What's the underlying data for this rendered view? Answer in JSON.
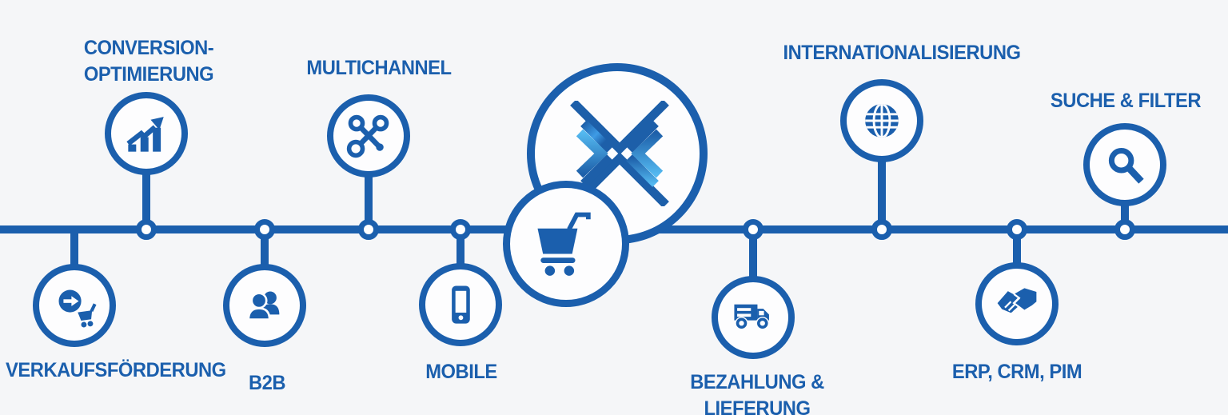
{
  "diagram": {
    "background_color": "#f5f6f8",
    "primary_color": "#1b5fad",
    "accent_light_blue": "#54b9f0",
    "items": [
      {
        "label": "CONVERSION-\nOPTIMIERUNG",
        "icon": "growth-chart",
        "side": "top"
      },
      {
        "label": "MULTICHANNEL",
        "icon": "network-cross",
        "side": "top"
      },
      {
        "label": "INTERNATIONALISIERUNG",
        "icon": "globe",
        "side": "top"
      },
      {
        "label": "SUCHE & FILTER",
        "icon": "magnifier",
        "side": "top"
      },
      {
        "label": "VERKAUFSFÖRDERUNG",
        "icon": "promotion-cart",
        "side": "bottom"
      },
      {
        "label": "B2B",
        "icon": "users",
        "side": "bottom"
      },
      {
        "label": "MOBILE",
        "icon": "smartphone",
        "side": "bottom"
      },
      {
        "label": "BEZAHLUNG &\nLIEFERUNG",
        "icon": "delivery-truck",
        "side": "bottom"
      },
      {
        "label": "ERP, CRM, PIM",
        "icon": "handshake",
        "side": "bottom"
      }
    ],
    "center": {
      "logo": "x-brand-logo",
      "badge_icon": "shopping-cart"
    }
  }
}
